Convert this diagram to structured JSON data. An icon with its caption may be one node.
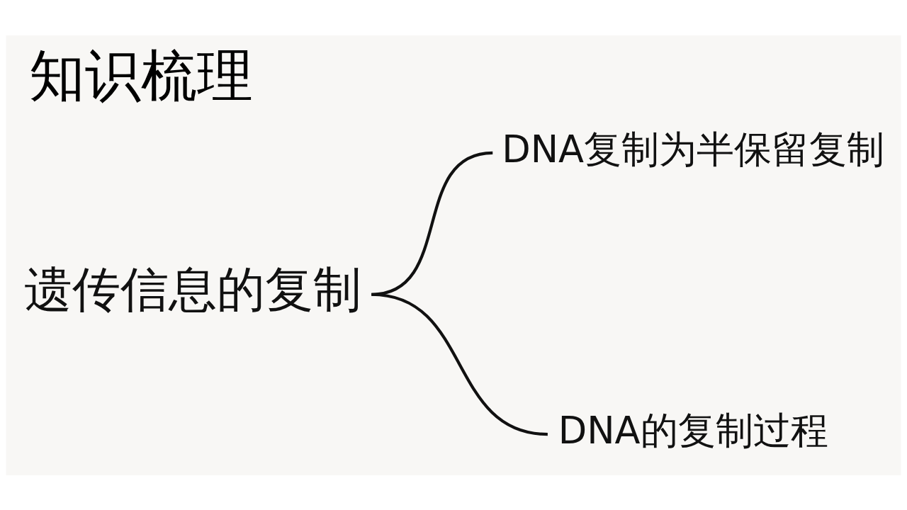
{
  "diagram": {
    "title": "知识梳理",
    "nodes": [
      {
        "text": [
          "遗传信息的复制"
        ]
      },
      {
        "text": [
          "DNA复制为半保留复制"
        ]
      },
      {
        "text": [
          "DNA的复制过程"
        ]
      }
    ],
    "edges": [
      {
        "from": 0,
        "to": 1,
        "arrow": "none"
      },
      {
        "from": 0,
        "to": 2,
        "arrow": "none"
      }
    ]
  }
}
